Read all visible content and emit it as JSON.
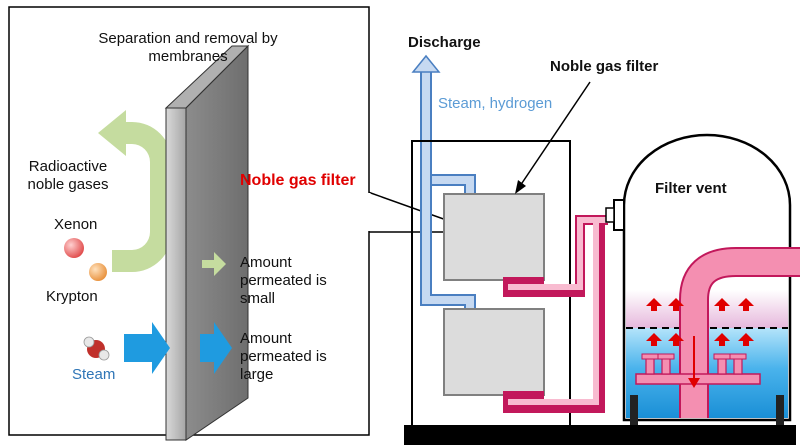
{
  "callout": {
    "title_line1": "Separation and removal by",
    "title_line2": "membranes",
    "filter_label": "Noble gas filter",
    "gases_line1": "Radioactive",
    "gases_line2": "noble gases",
    "xenon": "Xenon",
    "krypton": "Krypton",
    "steam": "Steam",
    "small_line1": "Amount",
    "small_line2": "permeated is",
    "small_line3": "small",
    "large_line1": "Amount",
    "large_line2": "permeated is",
    "large_line3": "large"
  },
  "system": {
    "discharge": "Discharge",
    "steam_hydrogen": "Steam, hydrogen",
    "noble_gas_filter": "Noble gas filter",
    "filter_vent": "Filter vent"
  },
  "colors": {
    "noble_gas_arrow": "#c5dc9f",
    "steam_arrow": "#1f9be0",
    "steam_pipe": "#8db3e2",
    "vent_pipe": "#e4588a",
    "filter_label_red": "#e00000",
    "xenon_ball": "#e05050",
    "krypton_ball": "#e8963a",
    "water": "#3aa6e8"
  }
}
